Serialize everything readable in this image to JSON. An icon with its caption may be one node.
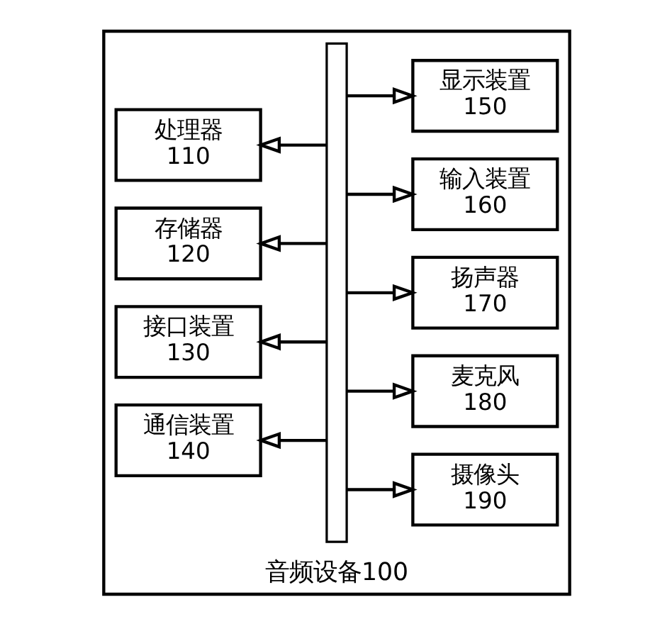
{
  "diagram": {
    "nodes": [
      {
        "text": [
          "音频设备100"
        ]
      },
      {
        "text": [
          "处理器",
          "110"
        ],
        "in": 0
      },
      {
        "text": [
          "存储器",
          "120"
        ],
        "in": 0
      },
      {
        "text": [
          "接口装置",
          "130"
        ],
        "in": 0
      },
      {
        "text": [
          "通信装置",
          "140"
        ],
        "in": 0
      },
      {
        "text": [],
        "shape": "bar",
        "in": 0
      },
      {
        "text": [
          "显示装置",
          "150"
        ],
        "in": 0
      },
      {
        "text": [
          "输入装置",
          "160"
        ],
        "in": 0
      },
      {
        "text": [
          "扬声器",
          "170"
        ],
        "in": 0
      },
      {
        "text": [
          "麦克风",
          "180"
        ],
        "in": 0
      },
      {
        "text": [
          "摄像头",
          "190"
        ],
        "in": 0
      }
    ],
    "edges": [
      {
        "from": 5,
        "to": 1,
        "arrow": "to"
      },
      {
        "from": 5,
        "to": 2,
        "arrow": "to"
      },
      {
        "from": 5,
        "to": 3,
        "arrow": "to"
      },
      {
        "from": 5,
        "to": 4,
        "arrow": "to"
      },
      {
        "from": 5,
        "to": 6,
        "arrow": "to"
      },
      {
        "from": 5,
        "to": 7,
        "arrow": "to"
      },
      {
        "from": 5,
        "to": 8,
        "arrow": "to"
      },
      {
        "from": 5,
        "to": 9,
        "arrow": "to"
      },
      {
        "from": 5,
        "to": 10,
        "arrow": "to"
      }
    ]
  }
}
